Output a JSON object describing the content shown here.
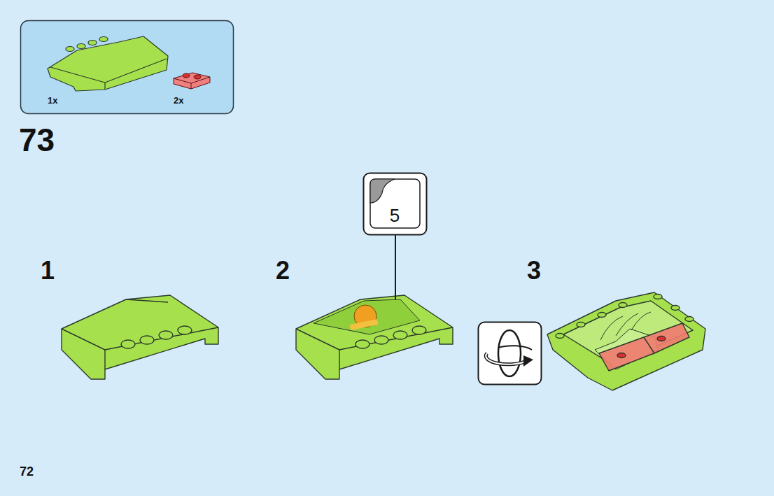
{
  "diagram": {
    "nodes": [
      {
        "text": [
          "1x",
          "2x"
        ]
      },
      {
        "text": [
          "5"
        ]
      }
    ],
    "labels": [
      "73",
      "1",
      "2",
      "3",
      "72"
    ]
  }
}
